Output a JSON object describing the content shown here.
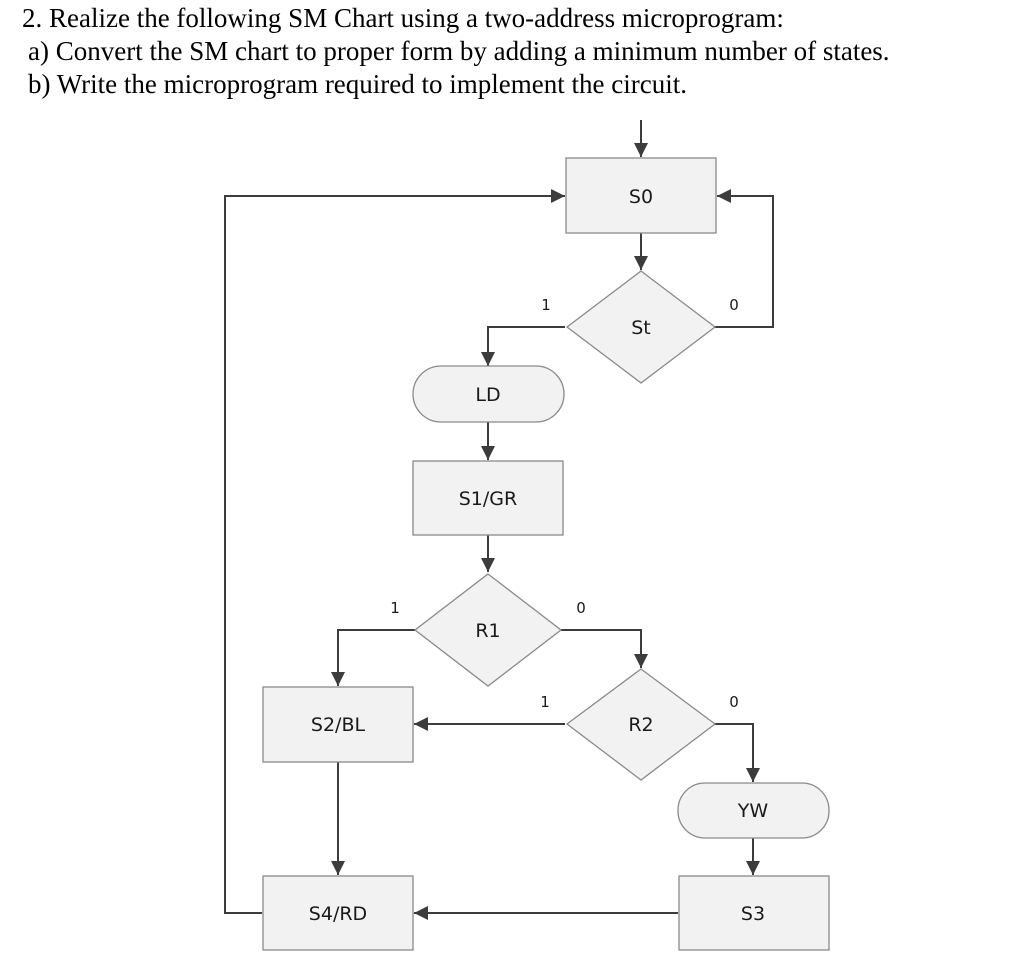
{
  "question": {
    "title": "2. Realize the following SM Chart using a two-address microprogram:",
    "part_a": "a) Convert the SM chart to proper form by adding a minimum number of states.",
    "part_b": "b) Write the microprogram required to implement the circuit."
  },
  "diagram": {
    "nodes": {
      "s0": "S0",
      "st": "St",
      "ld": "LD",
      "s1": "S1/GR",
      "r1": "R1",
      "s2": "S2/BL",
      "r2": "R2",
      "yw": "YW",
      "s4": "S4/RD",
      "s3": "S3"
    },
    "branch_labels": {
      "st_true": "1",
      "st_false": "0",
      "r1_true": "1",
      "r1_false": "0",
      "r2_true": "1",
      "r2_false": "0"
    }
  },
  "colors": {
    "box_fill": "#f2f2f2",
    "box_stroke": "#8a8a8a",
    "line": "#3c3c3c"
  }
}
